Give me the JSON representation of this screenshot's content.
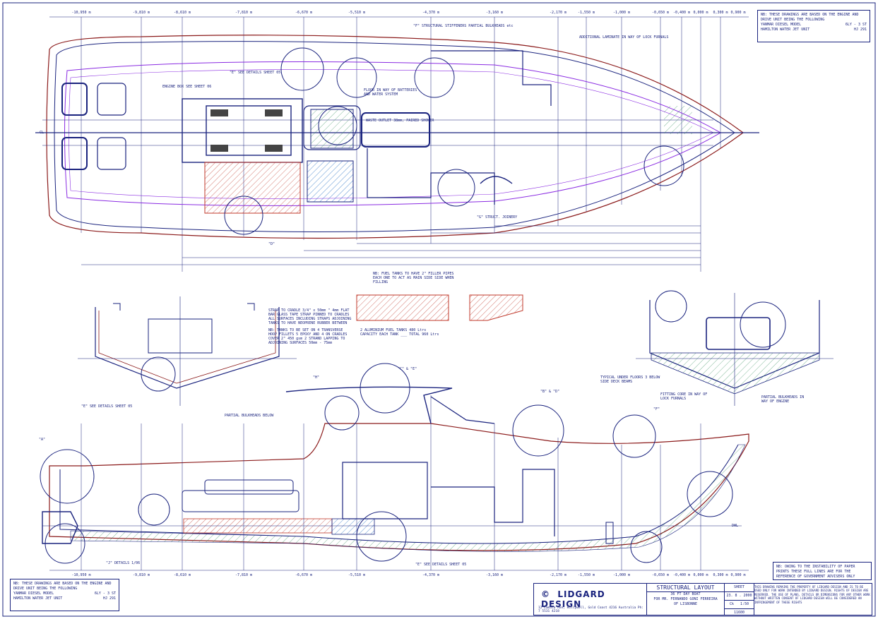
{
  "ticks_top": [
    "-10,950 m",
    "-9,810 m",
    "-8,610 m",
    "-7,810 m",
    "-6,670 m",
    "-5,510 m",
    "-4,370 m",
    "-3,160 m",
    "-2,170 m",
    "-1,550 m",
    "-1,000 m",
    "-0,650 m",
    "-0,400 m",
    "0,000 m",
    "0,300 m",
    "0,900 m"
  ],
  "note_top": {
    "heading": "NB: THESE DRAWINGS ARE BASED ON THE ENGINE AND DRIVE UNIT BEING THE FOLLOWING",
    "items": [
      {
        "name": "YANMAR DIESEL MODEL",
        "value": "6LY - 3 ST"
      },
      {
        "name": "HAMILTON WATER JET UNIT",
        "value": "HJ 291"
      }
    ]
  },
  "note_bottom_left": {
    "heading": "NB: THESE DRAWINGS ARE BASED ON THE ENGINE AND DRIVE UNIT BEING THE FOLLOWING",
    "items": [
      {
        "name": "YANMAR DIESEL MODEL",
        "value": "6LY - 3 ST"
      },
      {
        "name": "HAMILTON WATER JET UNIT",
        "value": "HJ 291"
      }
    ]
  },
  "note_bottom_right": "NB: OWING TO THE INSTABILITY OF PAPER PRINTS THESE FULL LINES ARE FOR THE REFERENCE OF GOVERNMENT ADVISERS ONLY",
  "plan_labels": {
    "structural_note": "\"F\" STRUCTURAL STIFFENERS PARTIAL BULKHEADS etc",
    "additional_laminate": "ADDITIONAL LAMINATE IN WAY OF LOCK FURNALS",
    "engine_box": "ENGINE BOX SEE SHEET 06",
    "see_detail_f": "\"E\" SEE DETAILS SHEET 05",
    "waste_outlet": "WASTE OUTLET 38mm, PAIRED SHOWER",
    "floor_in_way": "FLOOR IN WAY OF BATTERIES AND WATER SYSTEM",
    "detail_g": "\"G\" STRUCT. JOINERY",
    "detail_d": "\"D\"",
    "fuel_note": "NB: FUEL TANKS TO HAVE 2\" FILLER PIPES EACH ONE TO ACT AS MAIN SIDE SIDE WHEN FILLING",
    "strap_note": "STRAP TO CRADLE 3/4\" x 50mm \" 4mm FLAT BAR GLASS TAPE STRAP PINNED TO CRADLES ALL SURFACES INCLUDING STRAPS ADJOINING TANKS TO HAVE NEOPRENE RUBBER BETWEEN",
    "tank_note": "NB: TANKS TO BE SET ON 4 TRANSVERSE HOOP FILLETS 5 EPOXY AND 4 ON CRADLES COVER 2\" 450 gsm 2 STRAND LAPPING TO ADJOINING SURFACES 50mm - 75mm",
    "alum_tanks": "2 ALUMINIUM FUEL TANKS 480 Ltrs CAPACITY EACH TANK ___ TOTAL 960 Ltrs",
    "partial_bh": "PARTIAL BULKHEADS BELOW",
    "typical_under": "TYPICAL UNDER FLOORS 3 BELOW SIDE DECK BEAMS",
    "fitting_core": "FITTING CORE IN WAY OF LOCK FURNALS",
    "partial_bulkheads_engine": "PARTIAL BULKHEADS IN WAY OF ENGINE",
    "detail_e_sheet": "\"E\" SEE DETAILS SHEET 05",
    "detail_c": "\"C\" & \"E\"",
    "detail_b": "\"B\" & \"D\"",
    "detail_a": "\"A\"",
    "detail_f": "\"F\"",
    "detail_h": "\"H\"",
    "detail_j_sheet": "\"J\" DETAILS 1/06",
    "detail_e_sheet2": "\"E\" SEE DETAILS SHEET 05",
    "dwl": "DWL",
    "cl": "CL"
  },
  "title_block": {
    "firm": "LIDGARD DESIGN",
    "copyright_symbol": "©",
    "address": "12 Lamata Ave, Hollywell, Gold Coast 4216 Australia  Ph: 7 5531 4218",
    "title": "STRUCTURAL LAYOUT",
    "boat": "36 FT DAY BOAT",
    "client": "FOR MR. FERNANDO GONI FERREIRA",
    "location": "OF LISBONNE",
    "sheet": "SHEET",
    "date": "23. 8 . 2000",
    "scale_label": "Ck",
    "scale": "1:50",
    "number": "11600",
    "copyright_text": "THIS DRAWING REMAINS THE PROPERTY OF LIDGARD DESIGN AND IS TO BE USED ONLY FOR WORK INTENDED BY LIDGARD DESIGN. RIGHTS OF DESIGN ARE RESERVED. THE USE OF PLANS, DETAILS OR DIMENSIONS FOR ANY OTHER WORK WITHOUT WRITTEN CONSENT OF LIDGARD DESIGN WILL BE CONSIDERED AN INFRINGEMENT OF THESE RIGHTS"
  },
  "colors": {
    "outline": "#1a237e",
    "hull": "#8b1a1a",
    "sheer": "#8a2be2",
    "hatch_red": "#c0392b",
    "hatch_blue": "#1565c0",
    "hatch_green": "#2e8b57"
  }
}
